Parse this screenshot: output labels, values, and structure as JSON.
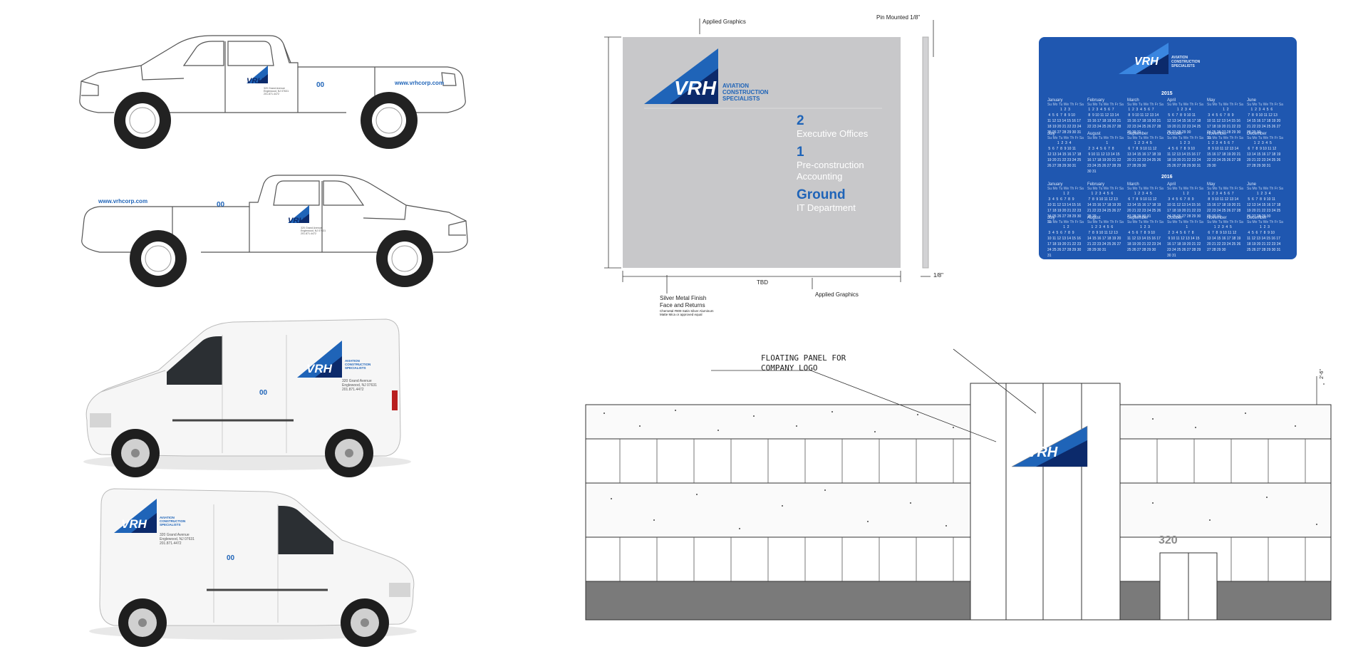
{
  "brand": {
    "logo_text": "VRH",
    "tagline_lines": [
      "Aviation",
      "Construction",
      "Specialists"
    ],
    "website": "www.vrhcorp.com",
    "vehicle_number": "00",
    "address_lines": [
      "320 Grand Avenue",
      "Englewood, NJ 07631",
      "201.871.4472"
    ],
    "colors": {
      "primary": "#1f64b8",
      "dark": "#0c2a6b",
      "calendar_bg": "#1f57b0",
      "sign_panel": "#c8c8ca"
    }
  },
  "sign": {
    "dim_applied_graphics_top": "Applied Graphics",
    "dim_pin_mounted": "Pin Mounted 1/8\"",
    "dim_width": "TBD",
    "dim_depth": "1/8\"",
    "dim_applied_graphics_bottom": "Applied Graphics",
    "material_lines": [
      "Silver Metal Finish",
      "Face and Returns"
    ],
    "material_fine_lines": [
      "Chemetal #909 Satin Silver Aluminum",
      "Matte Mica or approved equal"
    ],
    "floors": [
      {
        "number": "2",
        "lines": [
          "Executive Offices"
        ]
      },
      {
        "number": "1",
        "lines": [
          "Pre-construction",
          "Accounting"
        ]
      },
      {
        "number": "Ground",
        "lines": [
          "IT Department"
        ]
      }
    ]
  },
  "calendar": {
    "years": [
      "2015",
      "2016"
    ],
    "months": [
      "January",
      "February",
      "March",
      "April",
      "May",
      "June",
      "July",
      "August",
      "September",
      "October",
      "November",
      "December"
    ],
    "weekdays": "Su Mo Tu We Th Fr Sa"
  },
  "building": {
    "callout_lines": [
      "FLOATING PANEL FOR",
      "COMPANY LOGO"
    ],
    "address_number": "320",
    "dim_note": "2'-6\""
  }
}
